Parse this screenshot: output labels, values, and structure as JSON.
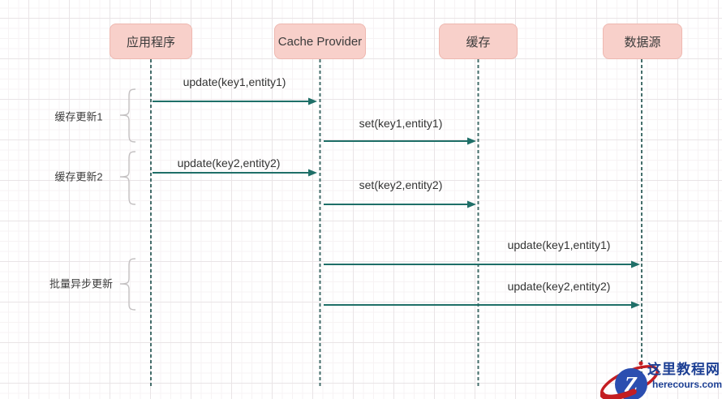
{
  "diagram": {
    "type": "sequence",
    "actors": [
      {
        "id": "app",
        "label": "应用程序"
      },
      {
        "id": "cache-provider",
        "label": "Cache Provider"
      },
      {
        "id": "cache",
        "label": "缓存"
      },
      {
        "id": "datasource",
        "label": "数据源"
      }
    ],
    "messages": [
      {
        "from": "应用程序",
        "to": "Cache Provider",
        "label": "update(key1,entity1)"
      },
      {
        "from": "Cache Provider",
        "to": "缓存",
        "label": "set(key1,entity1)"
      },
      {
        "from": "应用程序",
        "to": "Cache Provider",
        "label": "update(key2,entity2)"
      },
      {
        "from": "Cache Provider",
        "to": "缓存",
        "label": "set(key2,entity2)"
      },
      {
        "from": "Cache Provider",
        "to": "数据源",
        "label": "update(key1,entity1)"
      },
      {
        "from": "Cache Provider",
        "to": "数据源",
        "label": "update(key2,entity2)"
      }
    ],
    "groups": [
      {
        "label": "缓存更新1",
        "spans_messages": [
          0,
          1
        ]
      },
      {
        "label": "缓存更新2",
        "spans_messages": [
          2,
          3
        ]
      },
      {
        "label": "批量异步更新",
        "spans_messages": [
          4,
          5
        ]
      }
    ],
    "colors": {
      "actor_fill": "#f8d0ca",
      "actor_border": "#eeb8b0",
      "arrow": "#1f6f68",
      "lifeline": "#446e6b",
      "brace": "#c4c1c2",
      "text": "#333333"
    }
  },
  "watermark": {
    "site_name": "这里教程网",
    "site_url": "herecours.com",
    "logo_letter": "Z",
    "colors": {
      "logo_blue": "#2b4eb0",
      "logo_red": "#c41e22",
      "text": "#1c3f94"
    }
  }
}
